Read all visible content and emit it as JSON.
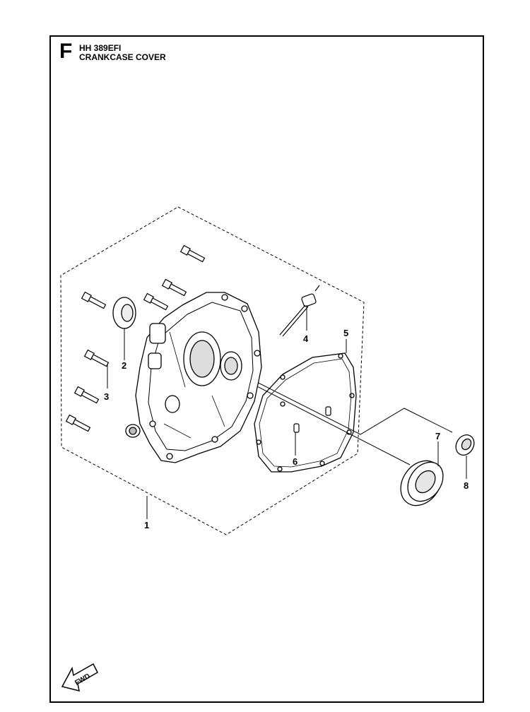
{
  "header": {
    "section_letter": "F",
    "model": "HH 389EFI",
    "title": "CRANKCASE COVER"
  },
  "callouts": [
    "1",
    "2",
    "3",
    "4",
    "5",
    "6",
    "7",
    "8"
  ],
  "fwd_label": "FWD"
}
